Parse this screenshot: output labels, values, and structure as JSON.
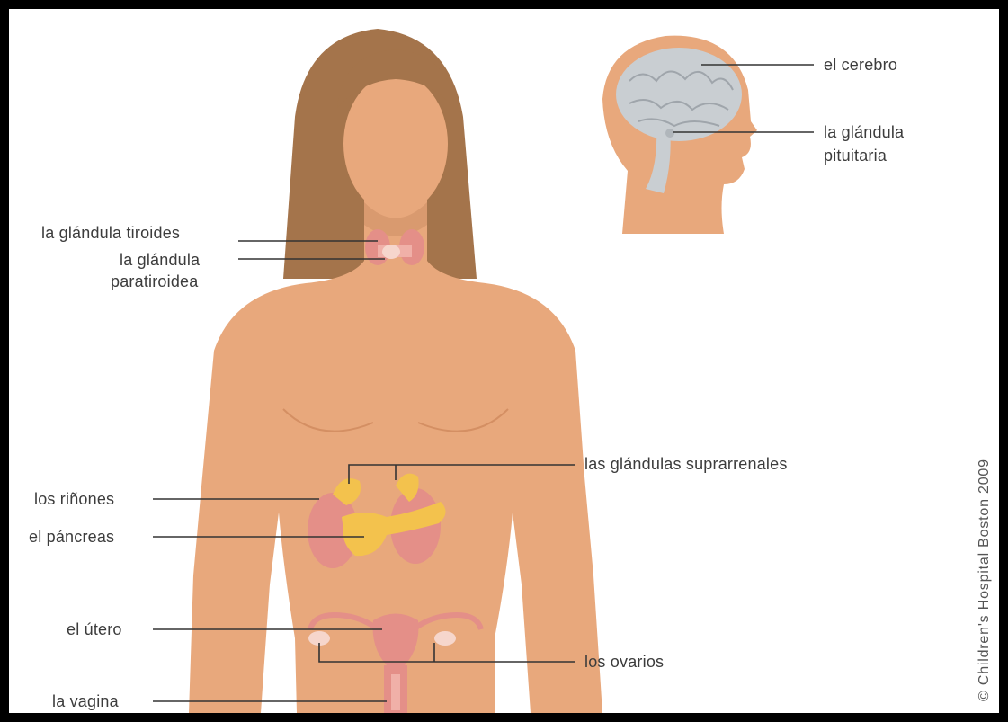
{
  "labels": {
    "brain": "el cerebro",
    "pituitary_line1": "la glándula",
    "pituitary_line2": "pituitaria",
    "thyroid": "la glándula tiroides",
    "parathyroid_line1": "la glándula",
    "parathyroid_line2": "paratiroidea",
    "adrenal": "las glándulas suprarrenales",
    "kidneys": "los riñones",
    "pancreas": "el páncreas",
    "uterus": "el útero",
    "ovaries": "los ovarios",
    "vagina": "la vagina"
  },
  "copyright": "© Children's Hospital Boston 2009",
  "colors": {
    "skin": "#e8a87c",
    "hair": "#a4744b",
    "kidney": "#e48f88",
    "pancreas": "#f3c24d",
    "brain": "#c9ced2",
    "line": "#333333"
  }
}
